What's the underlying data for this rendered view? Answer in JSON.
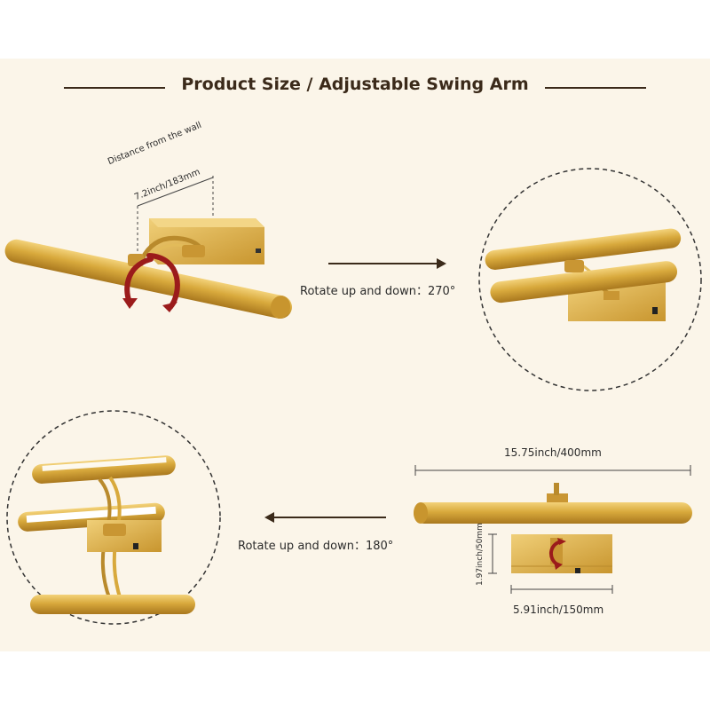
{
  "title": "Product Size / Adjustable Swing Arm",
  "distance": {
    "label": "Distance from the wall",
    "value": "7.2inch/183mm"
  },
  "rotate_top": "Rotate up and down：270°",
  "rotate_bottom": "Rotate up and down：180°",
  "dimensions": {
    "length": "15.75inch/400mm",
    "height": "1.97inch/50mm",
    "base_width": "5.91inch/150mm"
  },
  "colors": {
    "background": "#fbf5e9",
    "gold": "#d8a93c",
    "arrow_red": "#9b1b1b",
    "text": "#3b2a1a"
  }
}
